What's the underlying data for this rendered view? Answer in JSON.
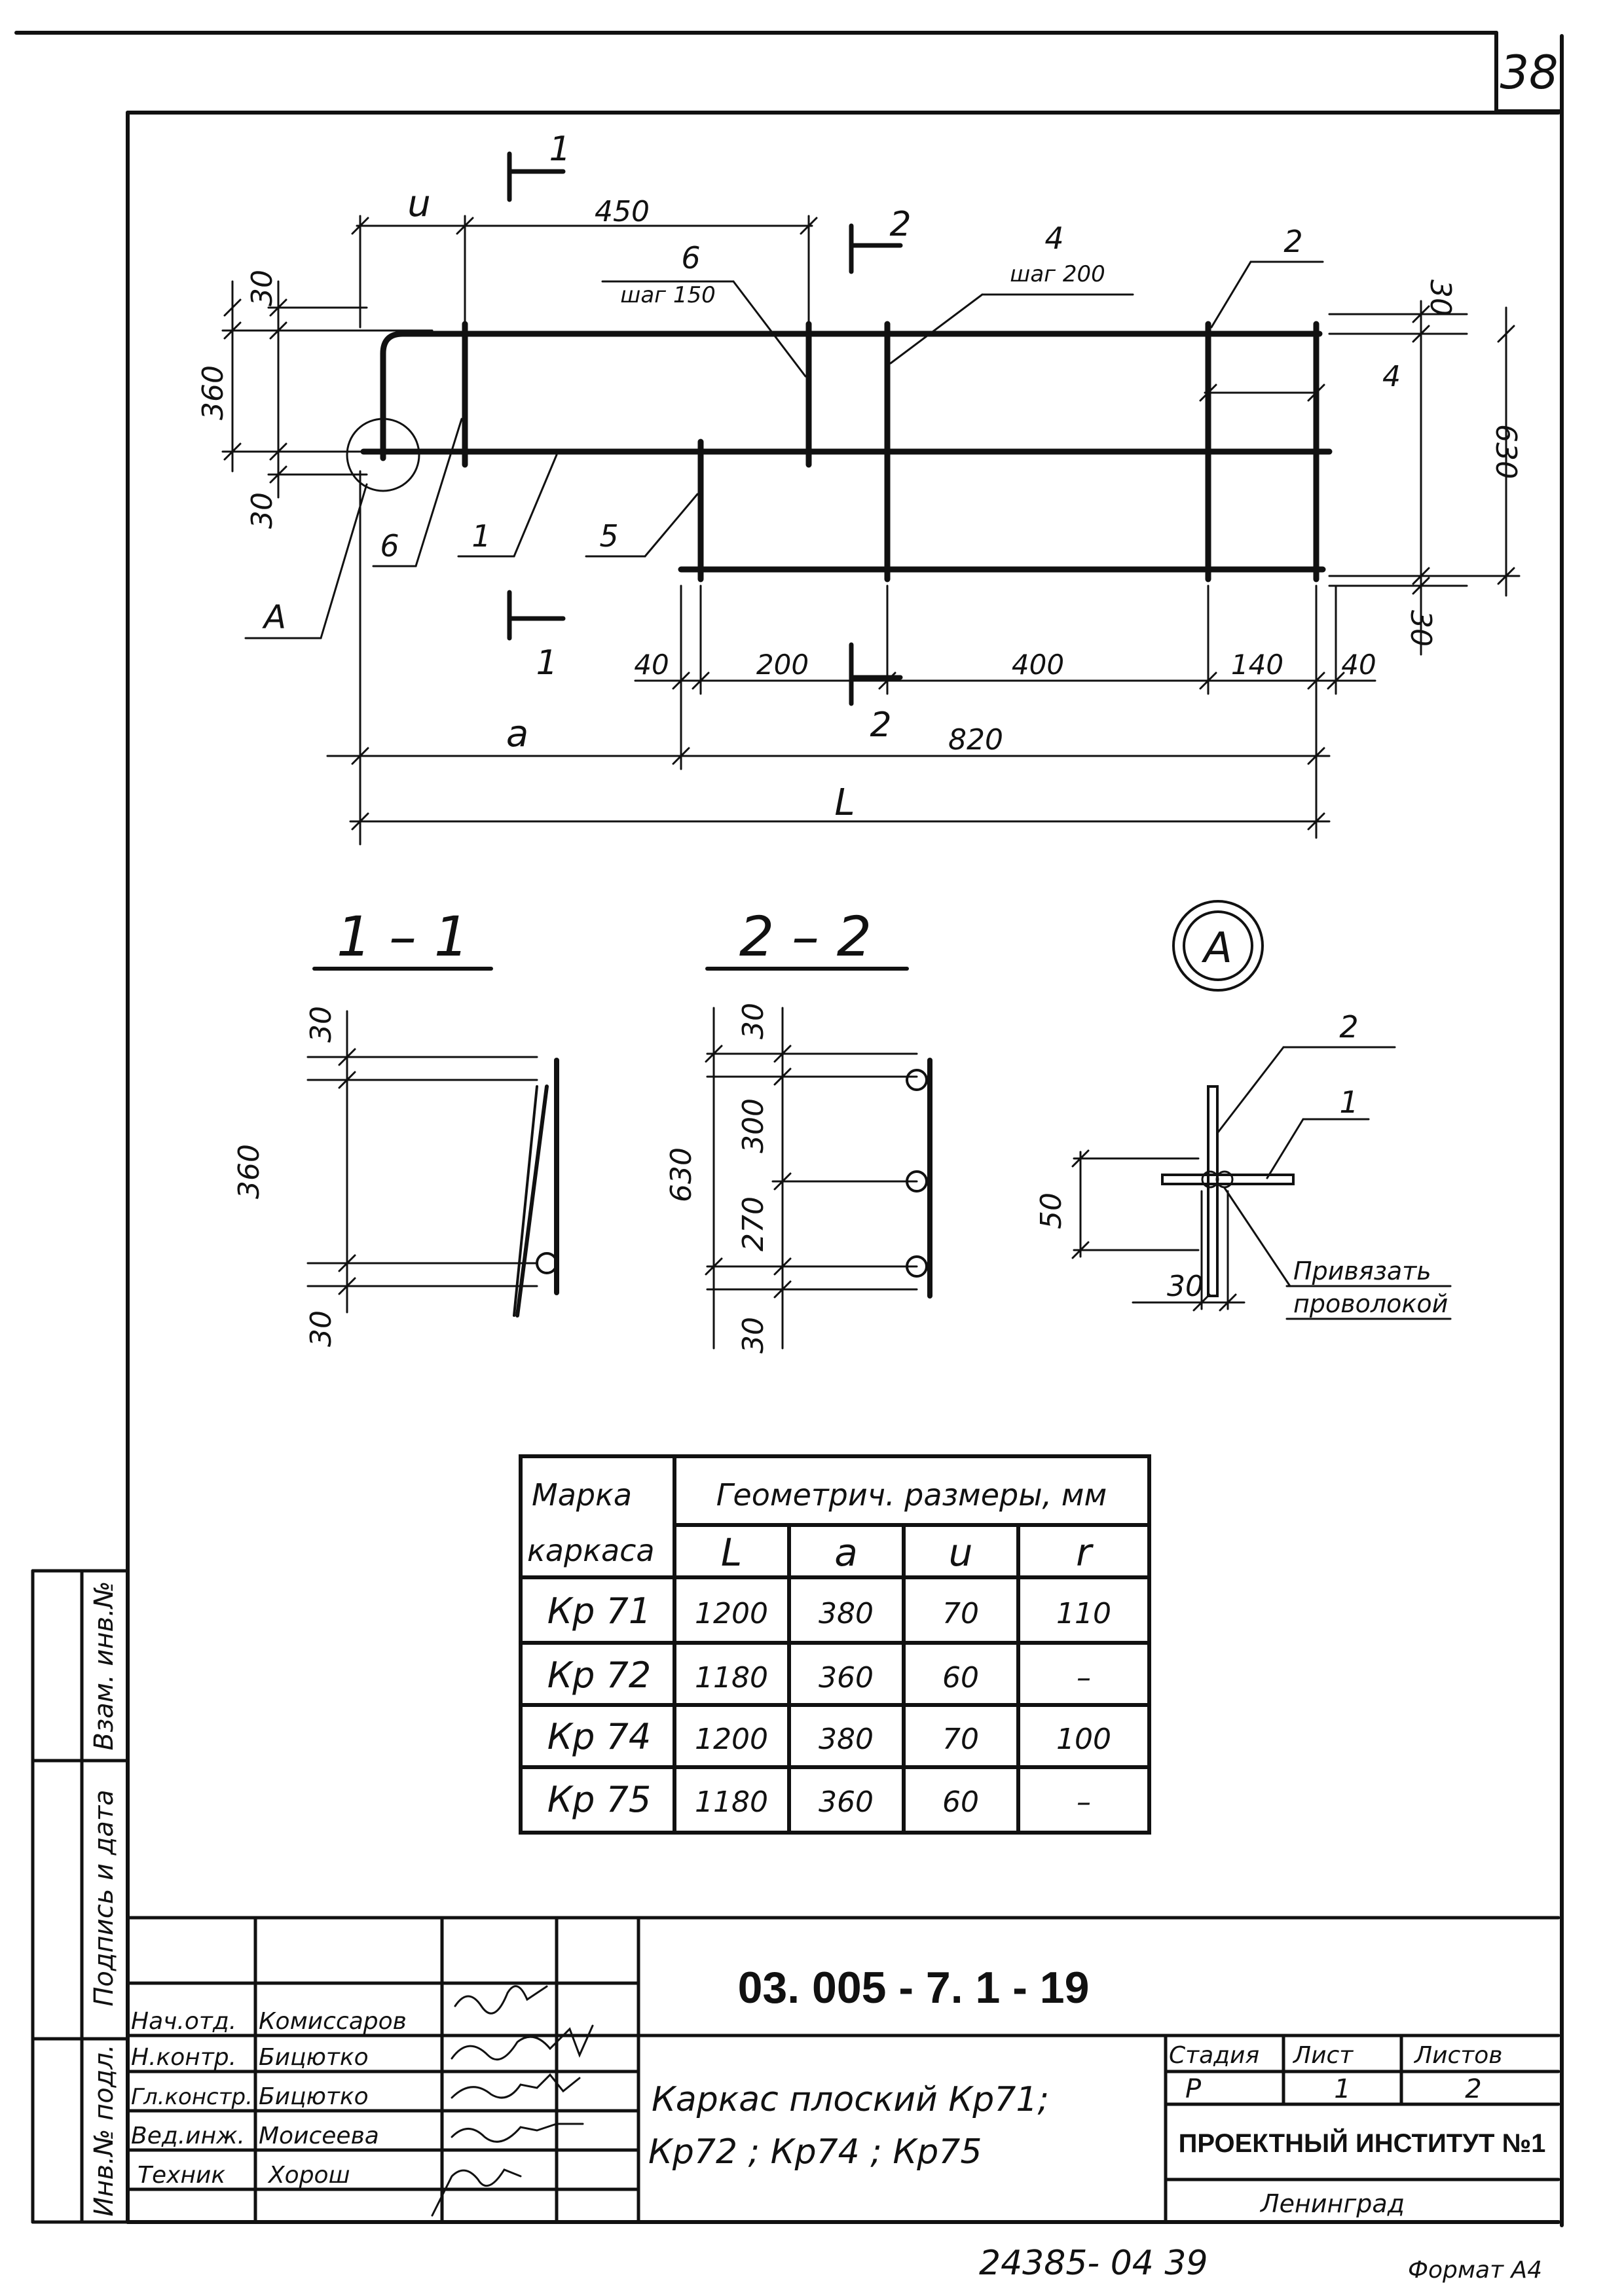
{
  "sheet_number": "38",
  "plan": {
    "dims": {
      "u": "u",
      "d450": "450",
      "d30_top": "30",
      "d360": "360",
      "d30_mid": "30",
      "d630": "630",
      "d30_right_top": "30",
      "d30_right_bot": "30",
      "d4_inner": "4",
      "d40_left": "40",
      "d200": "200",
      "d400": "400",
      "d140": "140",
      "d40_right": "40",
      "a": "a",
      "d820": "820",
      "L": "L"
    },
    "callouts": {
      "c6_top": "6",
      "c6_step": "шаг 150",
      "c4_top": "4",
      "c4_step": "шаг 200",
      "c2_top": "2",
      "c6_bot": "6",
      "c1_bot": "1",
      "c5_bot": "5",
      "cA": "A"
    },
    "sections": {
      "s1_top": "1",
      "s1_bot": "1",
      "s2_top": "2",
      "s2_bot": "2"
    }
  },
  "section_1_1": {
    "title": "1 – 1",
    "d30_top": "30",
    "d360": "360",
    "d30_bot": "30"
  },
  "section_2_2": {
    "title": "2 – 2",
    "d30_top": "30",
    "d300": "300",
    "d630": "630",
    "d270": "270",
    "d30_bot": "30"
  },
  "detail_A": {
    "title": "A",
    "c2": "2",
    "c1": "1",
    "d50": "50",
    "d30": "30",
    "note_line1": "Привязать",
    "note_line2": "проволокой"
  },
  "table": {
    "header_col1_line1": "Марка",
    "header_col1_line2": "каркаса",
    "header_group": "Геометрич. размеры, мм",
    "columns": [
      "L",
      "a",
      "u",
      "r"
    ],
    "rows": [
      {
        "mark": "Кр 71",
        "L": "1200",
        "a": "380",
        "u": "70",
        "r": "110"
      },
      {
        "mark": "Кр 72",
        "L": "1180",
        "a": "360",
        "u": "60",
        "r": "–"
      },
      {
        "mark": "Кр 74",
        "L": "1200",
        "a": "380",
        "u": "70",
        "r": "100"
      },
      {
        "mark": "Кр 75",
        "L": "1180",
        "a": "360",
        "u": "60",
        "r": "–"
      }
    ]
  },
  "side_stamp": {
    "vzam": "Взам. инв.№",
    "podpis": "Подпись и дата",
    "inv": "Инв.№ подл."
  },
  "title_block": {
    "code": "03. 005 - 7. 1 - 19",
    "roles": [
      {
        "role": "Нач.отд.",
        "name": "Комиссаров"
      },
      {
        "role": "Н.контр.",
        "name": "Бицютко"
      },
      {
        "role": "Гл.констр.",
        "name": "Бицютко"
      },
      {
        "role": "Вед.инж.",
        "name": "Моисеева"
      },
      {
        "role": "Техник",
        "name": "Хорош"
      }
    ],
    "title_line1": "Каркас плоский  Кр71;",
    "title_line2": "Кр72 ; Кр74 ; Кр75",
    "stage_label": "Стадия",
    "sheet_label": "Лист",
    "sheets_label": "Листов",
    "stage": "Р",
    "sheet": "1",
    "sheets": "2",
    "org": "ПРОЕКТНЫЙ ИНСТИТУТ №1",
    "city": "Ленинград"
  },
  "footer": {
    "archive": "24385- 04   39",
    "format": "Формат А4"
  }
}
